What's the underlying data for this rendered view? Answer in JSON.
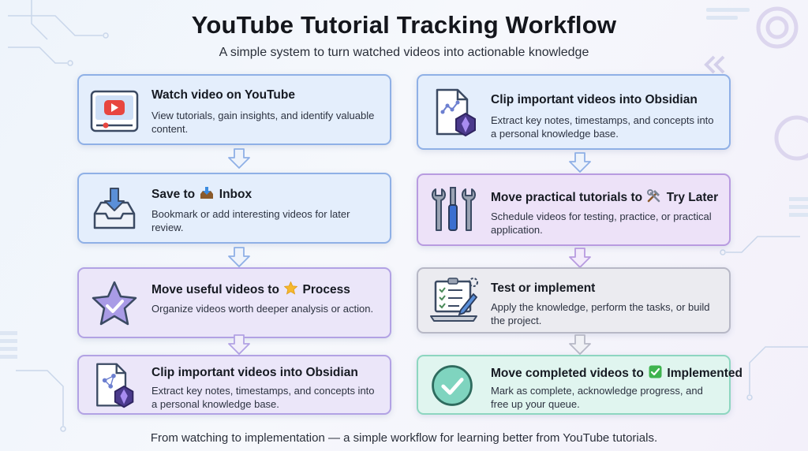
{
  "title": "YouTube Tutorial Tracking Workflow",
  "subtitle": "A simple system to turn watched videos into actionable knowledge",
  "footer": "From watching to implementation — a simple workflow for learning better from YouTube tutorials.",
  "left_steps": [
    {
      "title": "Watch video on YouTube",
      "desc": "View tutorials, gain insights, and identify valuable content.",
      "icon": "video-player-icon"
    },
    {
      "title_pre": "Save to",
      "title_post": "Inbox",
      "emoji": "inbox-tray-emoji",
      "desc": "Bookmark or add interesting videos for later review.",
      "icon": "inbox-tray-icon"
    },
    {
      "title_pre": "Move useful videos to",
      "title_post": "Process",
      "emoji": "star-emoji",
      "desc": "Organize videos worth deeper analysis or action.",
      "icon": "star-check-icon"
    },
    {
      "title": "Clip important videos into Obsidian",
      "desc": "Extract key notes, timestamps, and concepts into a personal knowledge base.",
      "icon": "obsidian-document-icon"
    }
  ],
  "right_steps": [
    {
      "title": "Clip important videos into Obsidian",
      "desc": "Extract key notes, timestamps, and concepts into a personal knowledge base.",
      "icon": "obsidian-document-icon"
    },
    {
      "title_pre": "Move practical tutorials to",
      "title_post": "Try Later",
      "emoji": "hammer-wrench-emoji",
      "desc": "Schedule videos for testing, practice, or practical application.",
      "icon": "tools-icon"
    },
    {
      "title": "Test or implement",
      "desc": "Apply the knowledge, perform the tasks, or build the project.",
      "icon": "laptop-checklist-icon"
    },
    {
      "title_pre": "Move completed videos to",
      "title_post": "Implemented",
      "emoji": "check-mark-emoji",
      "desc": "Mark as complete, acknowledge progress, and free up your queue.",
      "icon": "check-circle-icon"
    }
  ]
}
